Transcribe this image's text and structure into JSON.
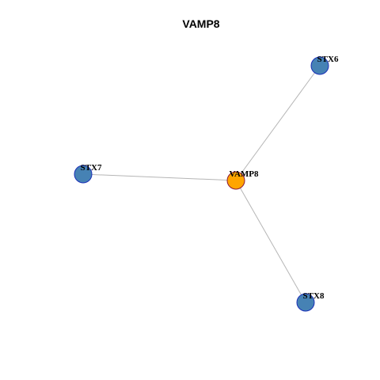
{
  "title": "VAMP8",
  "colors": {
    "background": "#ffffff",
    "hub_fill": "#ffa500",
    "hub_stroke": "#8b1a3a",
    "node_fill": "#4682b4",
    "node_stroke": "#1a2fb8",
    "edge": "#b5b5b5",
    "label": "#000000"
  },
  "nodes": [
    {
      "id": "VAMP8",
      "label": "VAMP8",
      "role": "hub"
    },
    {
      "id": "STX6",
      "label": "STX6",
      "role": "partner"
    },
    {
      "id": "STX7",
      "label": "STX7",
      "role": "partner"
    },
    {
      "id": "STX8",
      "label": "STX8",
      "role": "partner"
    }
  ],
  "edges": [
    {
      "source": "VAMP8",
      "target": "STX6"
    },
    {
      "source": "VAMP8",
      "target": "STX7"
    },
    {
      "source": "VAMP8",
      "target": "STX8"
    }
  ]
}
